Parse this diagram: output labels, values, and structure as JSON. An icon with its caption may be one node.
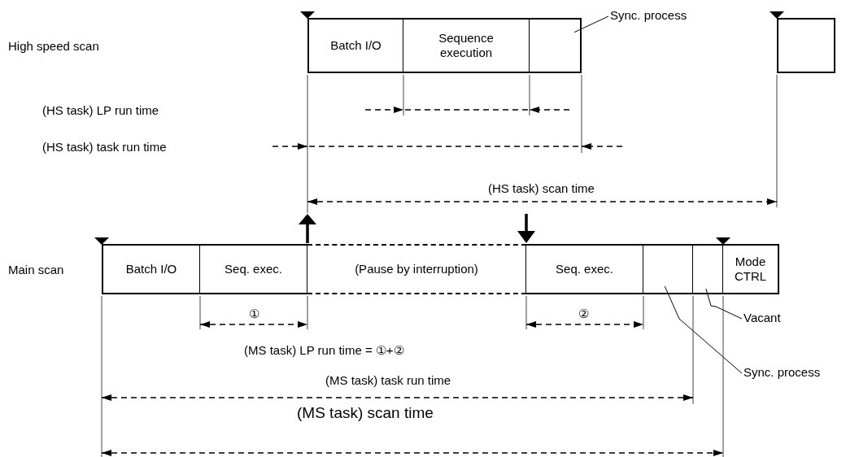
{
  "diagram": {
    "nodes": [
      {
        "text": [
          "Batch I/O"
        ]
      },
      {
        "text": [
          "Sequence execution"
        ]
      },
      {
        "text": [],
        "shape": "box"
      },
      {
        "text": [
          "Sync. process"
        ]
      },
      {
        "text": [],
        "shape": "box"
      },
      {
        "text": [
          "Batch I/O"
        ]
      },
      {
        "text": [
          "Seq. exec."
        ]
      },
      {
        "text": [
          "(Pause by interruption)"
        ]
      },
      {
        "text": [
          "Seq. exec."
        ]
      },
      {
        "text": [],
        "shape": "box"
      },
      {
        "text": [],
        "shape": "box"
      },
      {
        "text": [
          "Mode CTRL"
        ]
      },
      {
        "text": [
          "Vacant"
        ]
      },
      {
        "text": [
          "Sync. process"
        ]
      }
    ],
    "edges": [
      {
        "from": 3,
        "to": 2,
        "arrow": "none"
      },
      {
        "from": 12,
        "to": 10,
        "arrow": "none"
      },
      {
        "from": 13,
        "to": 9,
        "arrow": "none"
      }
    ],
    "labels": [
      "High speed scan",
      "(HS task) LP run time",
      "(HS task) task run time",
      "(HS task) scan time",
      "Main scan",
      "①",
      "②",
      "(MS task) LP run time = ①+②",
      "(MS task) task run time",
      "(MS task) scan time"
    ]
  }
}
